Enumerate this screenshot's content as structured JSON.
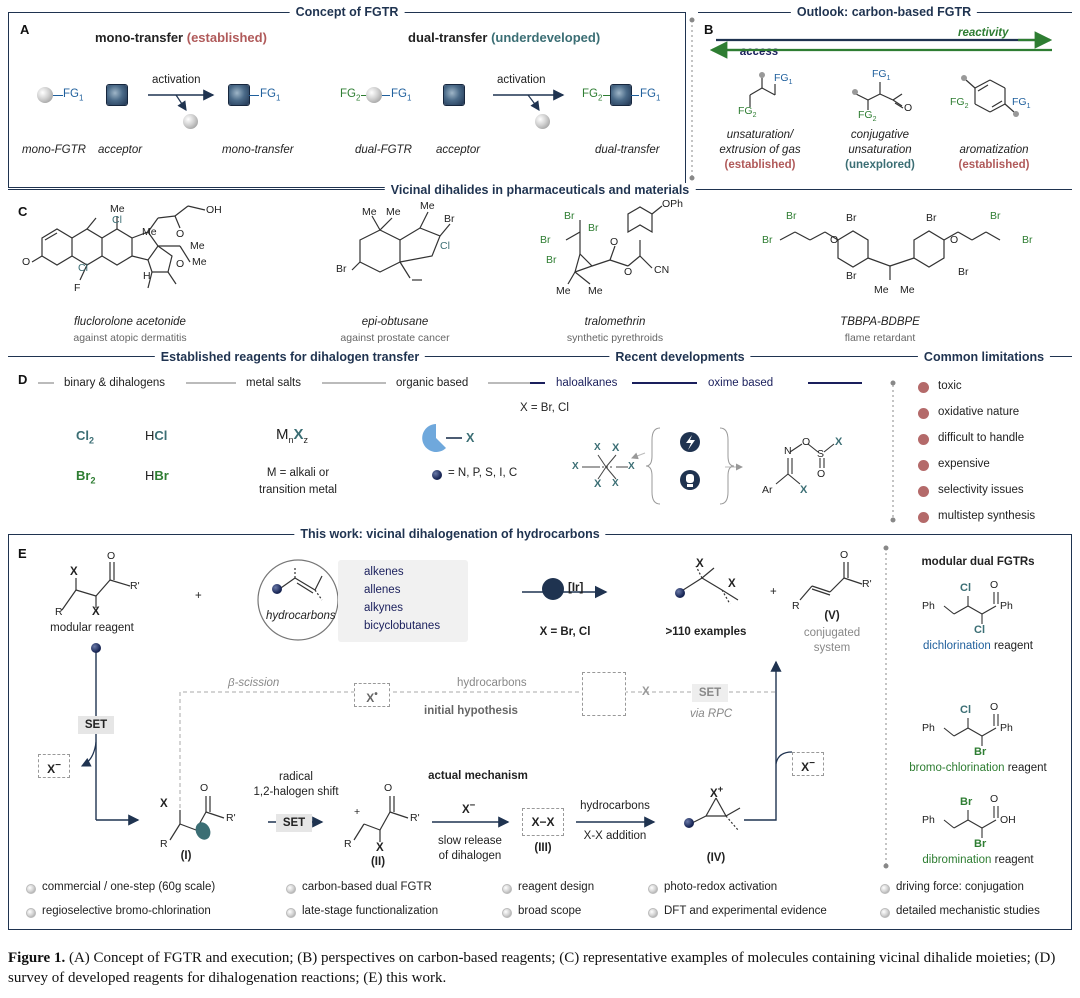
{
  "figure_caption": {
    "label": "Figure 1.",
    "text": "(A) Concept of FGTR and execution; (B) perspectives on carbon-based reagents; (C) representative examples of molecules containing vicinal dihalide moieties; (D) survey of developed reagents for dihalogenation reactions; (E) this work."
  },
  "panelA": {
    "letter": "A",
    "title": "Concept of FGTR",
    "mono_title": "mono-transfer",
    "mono_status": "(established)",
    "dual_title": "dual-transfer",
    "dual_status": "(underdeveloped)",
    "activation1": "activation",
    "activation2": "activation",
    "fg1": "FG",
    "fg_sub1": "1",
    "fg2": "FG",
    "fg_sub2": "2",
    "labels": [
      "mono-FGTR",
      "acceptor",
      "mono-transfer",
      "dual-FGTR",
      "acceptor",
      "dual-transfer"
    ]
  },
  "panelB": {
    "letter": "B",
    "title": "Outlook: carbon-based FGTR",
    "access": "access",
    "reactivity": "reactivity",
    "items": [
      {
        "label1": "unsaturation/",
        "label2": "extrusion of gas",
        "status": "(established)"
      },
      {
        "label1": "conjugative",
        "label2": "unsaturation",
        "status": "(unexplored)"
      },
      {
        "label1": "aromatization",
        "label2": "",
        "status": "(established)"
      }
    ]
  },
  "panelC": {
    "letter": "C",
    "title": "Vicinal dihalides in pharmaceuticals and materials",
    "molecules": [
      {
        "name": "fluclorolone acetonide",
        "use": "against atopic dermatitis"
      },
      {
        "name": "epi-obtusane",
        "use": "against prostate cancer"
      },
      {
        "name": "tralomethrin",
        "use": "synthetic pyrethroids"
      },
      {
        "name": "TBBPA-BDBPE",
        "use": "flame retardant"
      }
    ],
    "atoms": {
      "cl": "Cl",
      "br": "Br",
      "me": "Me",
      "h": "H",
      "o": "O",
      "f": "F",
      "oh": "OH",
      "oph": "OPh",
      "cn": "CN"
    }
  },
  "panelD": {
    "letter": "D",
    "title": "Established reagents for dihalogen transfer",
    "recent_title": "Recent developments",
    "limits_title": "Common limitations",
    "categories": [
      "binary & dihalogens",
      "metal salts",
      "organic based",
      "haloalkanes",
      "oxime based"
    ],
    "xdef": "X = Br, Cl",
    "cl2": "Cl",
    "br2": "Br",
    "sub2": "2",
    "hcl": "HCl",
    "hbr": "HBr",
    "mnxz_m": "M",
    "mnxz_n": "n",
    "mnxz_x": "X",
    "mnxz_z": "z",
    "metal_def1": "M = alkali or",
    "metal_def2": "transition metal",
    "organic_def": "= N, P, S, I, C",
    "x": "X",
    "limitations": [
      "toxic",
      "oxidative nature",
      "difficult to handle",
      "expensive",
      "selectivity issues",
      "multistep synthesis"
    ]
  },
  "panelE": {
    "letter": "E",
    "title": "This work: vicinal dihalogenation of hydrocarbons",
    "modular_reagent": "modular reagent",
    "hydrocarbons_label": "hydrocarbons",
    "substrates": [
      "alkenes",
      "allenes",
      "alkynes",
      "bicyclobutanes"
    ],
    "catalyst": "[Ir]",
    "xdef": "X = Br, Cl",
    "examples": ">110 examples",
    "conj_label": "(V)",
    "conj_desc1": "conjugated",
    "conj_desc2": "system",
    "beta": "β-scission",
    "hydrocarbons2": "hydrocarbons",
    "initial_hypothesis": "initial hypothesis",
    "set": "SET",
    "via_rpc": "via RPC",
    "x_minus": "X",
    "minus": "−",
    "x_dot": "X",
    "radical_shift1": "radical",
    "radical_shift2": "1,2-halogen shift",
    "actual_mechanism": "actual mechanism",
    "slow_release1": "slow release",
    "slow_release2": "of dihalogen",
    "hydrocarbons3": "hydrocarbons",
    "xx_addition": "X-X addition",
    "xx": "X−X",
    "intermediates": [
      "(I)",
      "(II)",
      "(III)",
      "(IV)"
    ],
    "dual_fgtr_title": "modular dual FGTRs",
    "reagents": [
      "dichlorination reagent",
      "bromo-chlorination reagent",
      "dibromination reagent"
    ],
    "reagent_word": "reagent",
    "reagent_prefixes": [
      "dichlorination",
      "bromo-chlorination",
      "dibromination"
    ],
    "features": [
      "commercial / one-step (60g scale)",
      "carbon-based dual FGTR",
      "reagent design",
      "photo-redox activation",
      "driving force: conjugation",
      "regioselective bromo-chlorination",
      "late-stage functionalization",
      "broad scope",
      "DFT and experimental evidence",
      "detailed mechanistic studies"
    ]
  },
  "colors": {
    "navy": "#1f3350",
    "red": "#b05a5a",
    "teal": "#3b6e74",
    "green": "#2e7d32",
    "blue": "#1f5f9c"
  }
}
